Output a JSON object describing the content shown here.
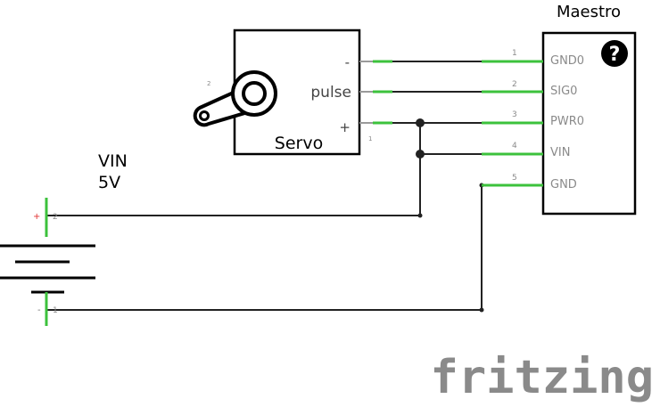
{
  "maestro": {
    "title": "Maestro",
    "help_glyph": "?",
    "pins": [
      {
        "number": "1",
        "label": "GND0"
      },
      {
        "number": "2",
        "label": "SIG0"
      },
      {
        "number": "3",
        "label": "PWR0"
      },
      {
        "number": "4",
        "label": "VIN"
      },
      {
        "number": "5",
        "label": "GND"
      }
    ]
  },
  "servo": {
    "title": "Servo",
    "pin_minus": "-",
    "pin_pulse": "pulse",
    "pin_plus": "+",
    "num_top": "2",
    "num_bottom": "1"
  },
  "battery": {
    "name": "VIN",
    "value": "5V",
    "plus_sign": "+",
    "plus_num": "2",
    "minus_sign": "-",
    "minus_num": "1"
  },
  "watermark": {
    "text": "fritzing",
    "color": "#8a8a8a"
  },
  "colors": {
    "wire": "#222222",
    "pin_end": "#3cc23c"
  }
}
